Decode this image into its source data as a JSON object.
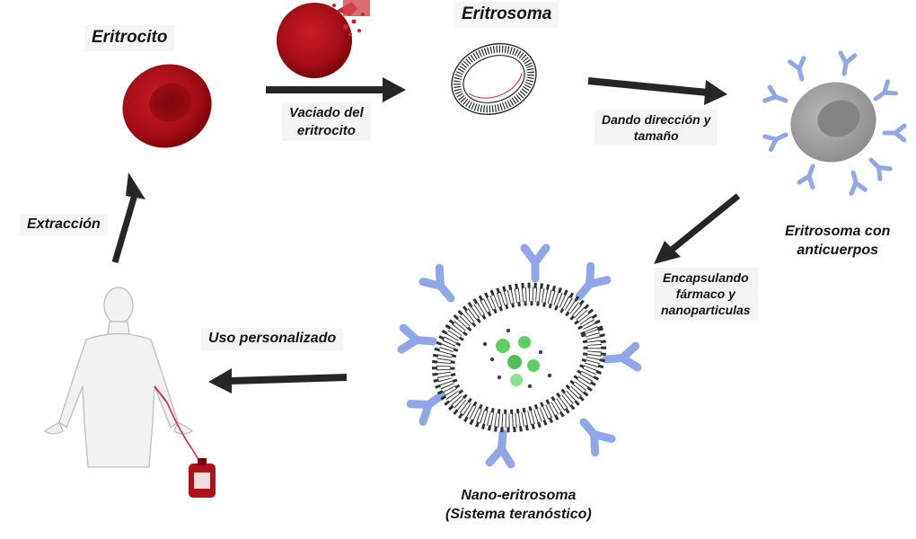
{
  "stages": {
    "erythrocyte": "Eritrocito",
    "erythrosome": "Eritrosoma",
    "antibody_erythrosome": [
      "Eritrosoma con",
      "anticuerpos"
    ],
    "nano_erythrosome": [
      "Nano-eritrosoma",
      "(Sistema teranóstico)"
    ]
  },
  "steps": {
    "extraction": "Extracción",
    "emptying": [
      "Vaciado del",
      "eritrocito"
    ],
    "sizing": [
      "Dando dirección y",
      "tamaño"
    ],
    "encapsulation": [
      "Encapsulando",
      "fármaco y",
      "nanoparticulas"
    ],
    "personalized_use": "Uso personalizado"
  },
  "colors": {
    "erythrocyte_red": "#b01018",
    "antibody_blue": "#8fa6e8",
    "arrow_dark": "#262626",
    "nanoparticle_green": "#5fcf63",
    "drug_purple": "#4b2d86",
    "modified_cell_grey": "#9c9c9c"
  },
  "icons": [
    "erythrocyte-icon",
    "burst-erythrocyte-icon",
    "erythrosome-ring-icon",
    "antibody-cell-icon",
    "nano-erythrosome-icon",
    "human-figure-icon",
    "blood-bag-icon"
  ]
}
